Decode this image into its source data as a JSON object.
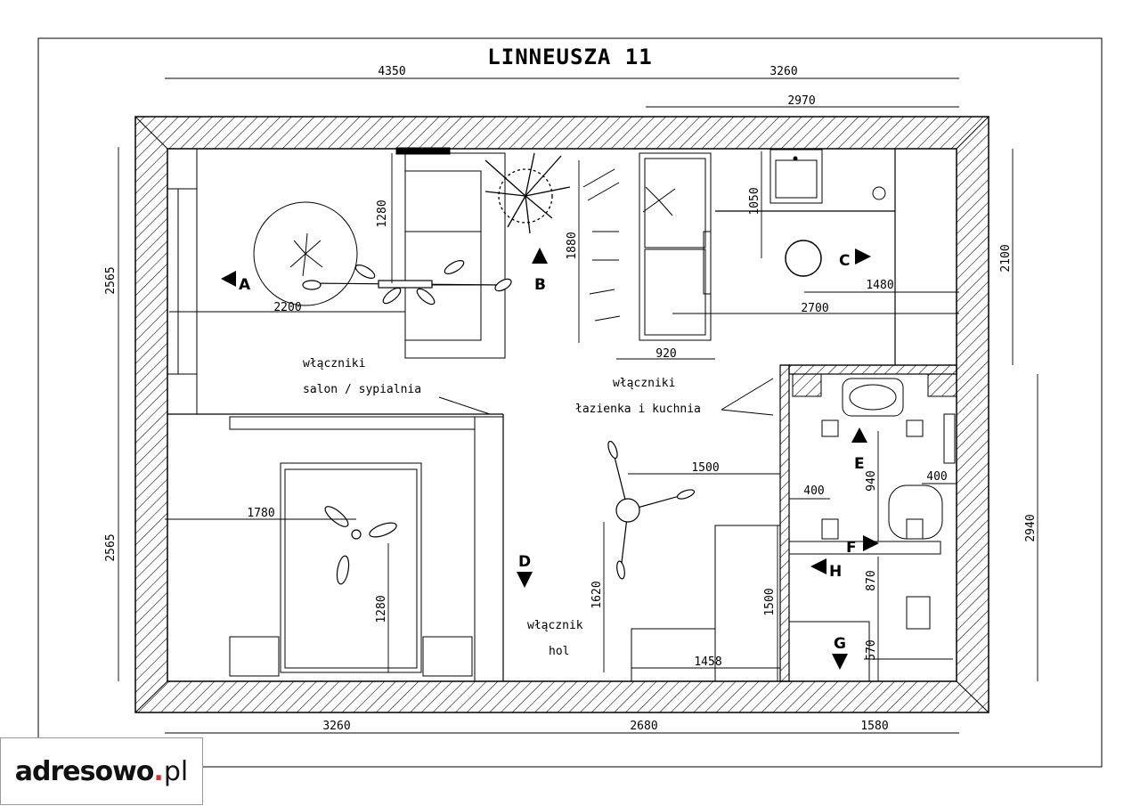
{
  "title": "LINNEUSZA 11",
  "dimensions": {
    "top_left": "4350",
    "top_right": "3260",
    "top_second": "2970",
    "left_upper": "2565",
    "left_lower": "2565",
    "right_upper": "2100",
    "right_lower": "2940",
    "bottom_left": "3260",
    "bottom_mid": "2680",
    "bottom_right": "1580",
    "living_width": "2200",
    "living_depth": "1280",
    "kitchen_depth": "1880",
    "island_width": "920",
    "kitchen_sink": "1050",
    "kitchen_len": "2700",
    "c_span": "1480",
    "bedroom_width": "1780",
    "bedroom_depth": "1280",
    "hall_width": "1500",
    "hall_depth": "1620",
    "wardrobe_depth": "1500",
    "bottom_cabinet": "1458",
    "bath_a": "400",
    "bath_b": "400",
    "bath_c": "940",
    "bath_d": "870",
    "bath_e": "570"
  },
  "labels": {
    "switches_1": "włączniki",
    "switches_1b": "salon / sypialnia",
    "switches_2": "włączniki",
    "switches_2b": "łazienka i kuchnia",
    "switch_hall": "włącznik",
    "switch_hall_b": "hol"
  },
  "markers": [
    "A",
    "B",
    "C",
    "D",
    "E",
    "F",
    "G",
    "H"
  ],
  "logo": {
    "part1": "adresowo",
    "part2": ".",
    "part3": "pl"
  },
  "colors": {
    "line": "#000000",
    "logo_dot": "#e3262f"
  }
}
